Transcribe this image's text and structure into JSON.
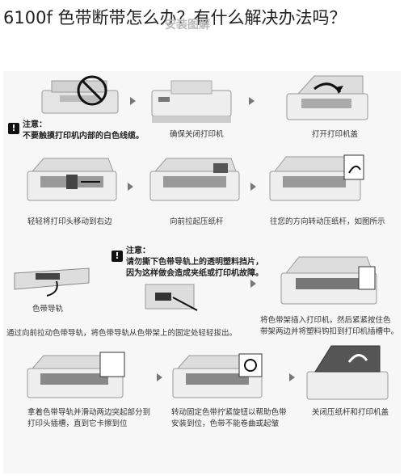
{
  "page_title": "6100f 色带断带怎么办？有什么解决办法吗？",
  "watermark": "安装图解",
  "steps": {
    "s1_note_label": "注意：",
    "s1_note_text": "不要触摸打印机内部的白色线缆。",
    "s2_caption": "确保关闭打印机",
    "s3_caption": "打开打印机盖",
    "s4_caption": "轻轻将打印头移动到右边",
    "s5_caption": "向前拉起压纸杆",
    "s6_caption": "往您的方向转动压纸杆，如图所示",
    "s7_note_label": "注意：",
    "s7_note_line1": "请勿撕下色带导轨上的透明塑料挡片，",
    "s7_note_line2": "因为这样做会造成夹纸或打印机故障。",
    "s7_ribbon_label": "色带导轨",
    "s7_caption": "通过向前拉动色带导轨，将色带导轨从色带架上的固定处轻轻拔出。",
    "s8_caption_line1": "将色带架插入打印机，然后紧紧按住色",
    "s8_caption_line2": "带架两边并将塑料钩扣到打印机插槽中。",
    "s9_caption_line1": "拿着色带导轨并滑动两边突起部分到",
    "s9_caption_line2": "打印头插槽，直到它卡擦到位",
    "s10_caption_line1": "转动固定色带拧紧旋钮以帮助色带",
    "s10_caption_line2": "安装到位，色带不能卷曲或起皱",
    "s11_caption": "关闭压纸杆和打印机盖"
  }
}
